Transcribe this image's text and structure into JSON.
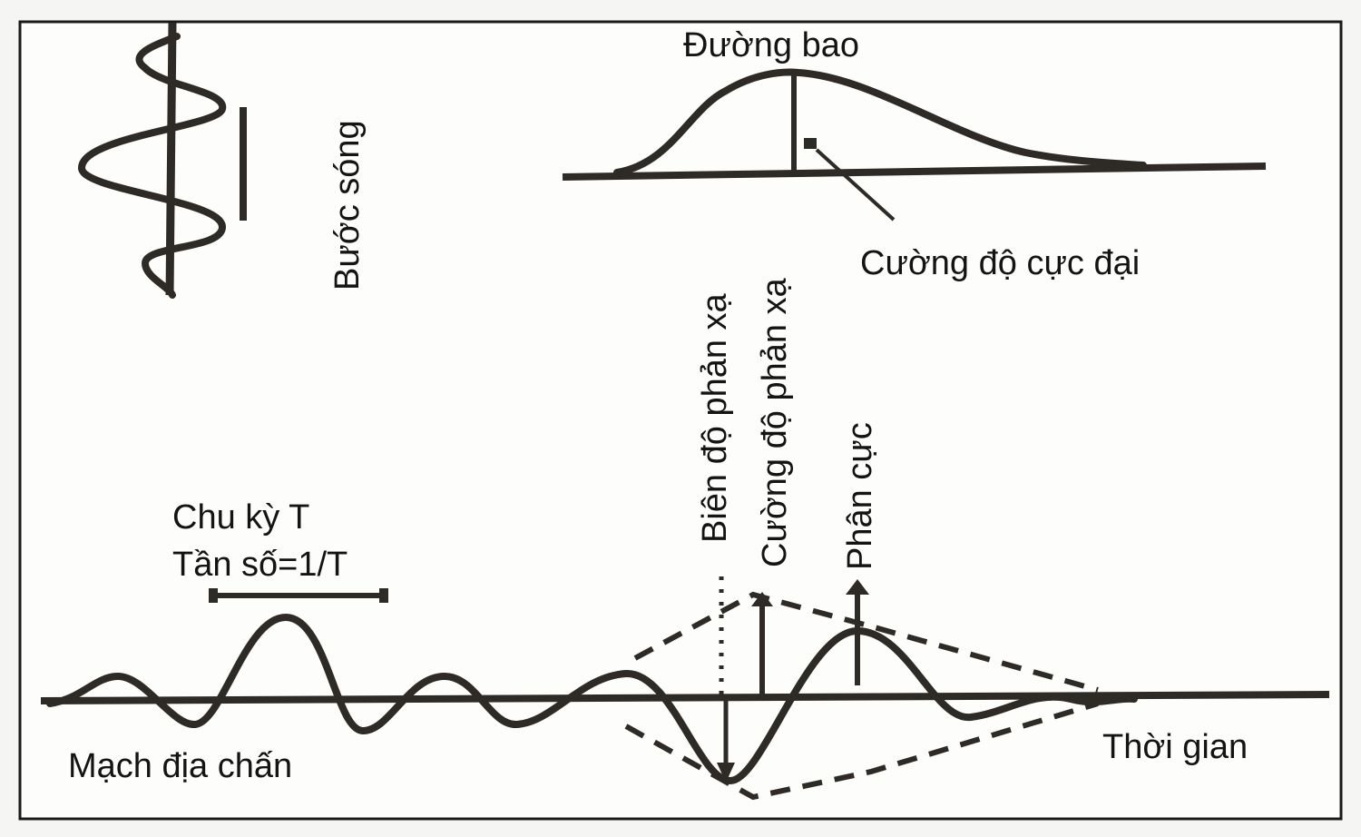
{
  "labels": {
    "wavelength": "Bước sóng",
    "envelope": "Đường bao",
    "peak_intensity": "Cường độ cực đại",
    "reflection_amplitude": "Biên độ phản xạ",
    "reflection_intensity": "Cường độ phản xạ",
    "polarity": "Phân cực",
    "period": "Chu kỳ T",
    "frequency": "Tần số=1/T",
    "seismic_trace": "Mạch địa chấn",
    "time": "Thời gian"
  }
}
